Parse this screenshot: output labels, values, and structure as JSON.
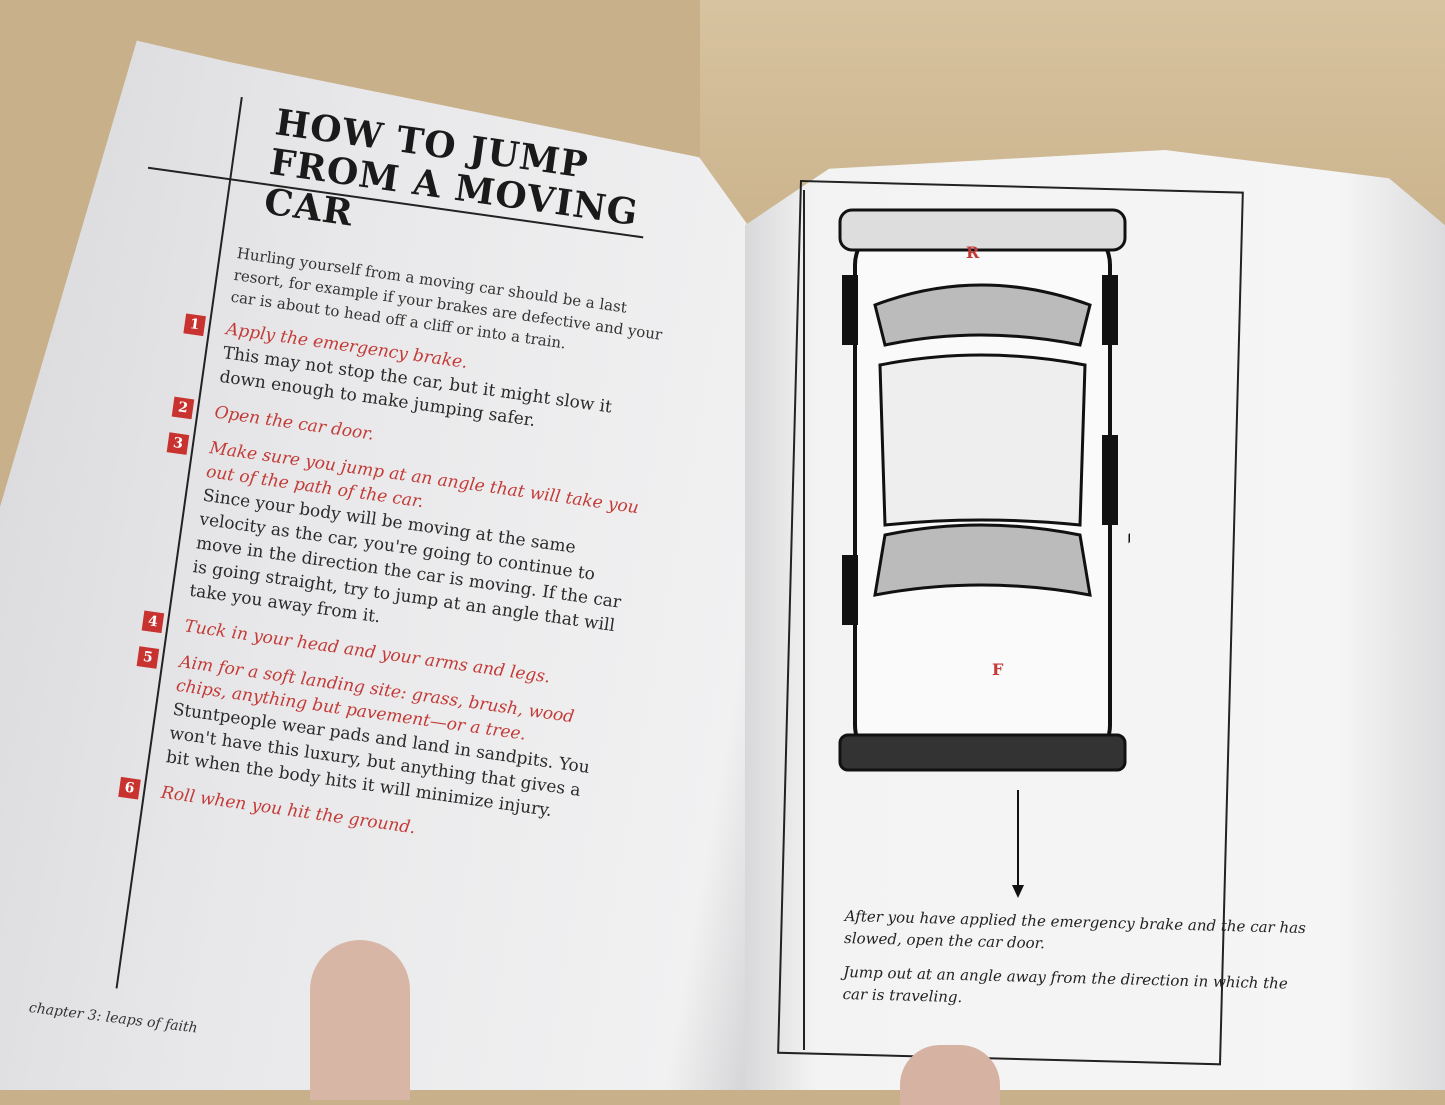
{
  "left_page": {
    "title": "How to Jump from a Moving Car",
    "intro": "Hurling yourself from a moving car should be a last resort, for example if your brakes are defective and your car is about to head off a cliff or into a train.",
    "steps": [
      {
        "number": "1",
        "title": "Apply the emergency brake.",
        "body": "This may not stop the car, but it might slow it down enough to make jumping safer."
      },
      {
        "number": "2",
        "title": "Open the car door.",
        "body": ""
      },
      {
        "number": "3",
        "title": "Make sure you jump at an angle that will take you out of the path of the car.",
        "body": "Since your body will be moving at the same velocity as the car, you're going to continue to move in the direction the car is moving. If the car is going straight, try to jump at an angle that will take you away from it."
      },
      {
        "number": "4",
        "title": "Tuck in your head and your arms and legs.",
        "body": ""
      },
      {
        "number": "5",
        "title": "Aim for a soft landing site: grass, brush, wood chips, anything but pavement—or a tree.",
        "body": "Stuntpeople wear pads and land in sandpits. You won't have this luxury, but anything that gives a bit when the body hits it will minimize injury."
      },
      {
        "number": "6",
        "title": "Roll when you hit the ground.",
        "body": ""
      }
    ],
    "footer": "chapter 3: leaps of faith"
  },
  "right_page": {
    "label_rear": "R",
    "label_front": "F",
    "caption": [
      "After you have applied the emergency brake and the car has slowed, open the car door.",
      "Jump out at an angle away from the direction in which the car is traveling."
    ]
  },
  "colors": {
    "accent": "#c33a36",
    "table": "#c7b08a",
    "page": "#f2f2f2"
  }
}
